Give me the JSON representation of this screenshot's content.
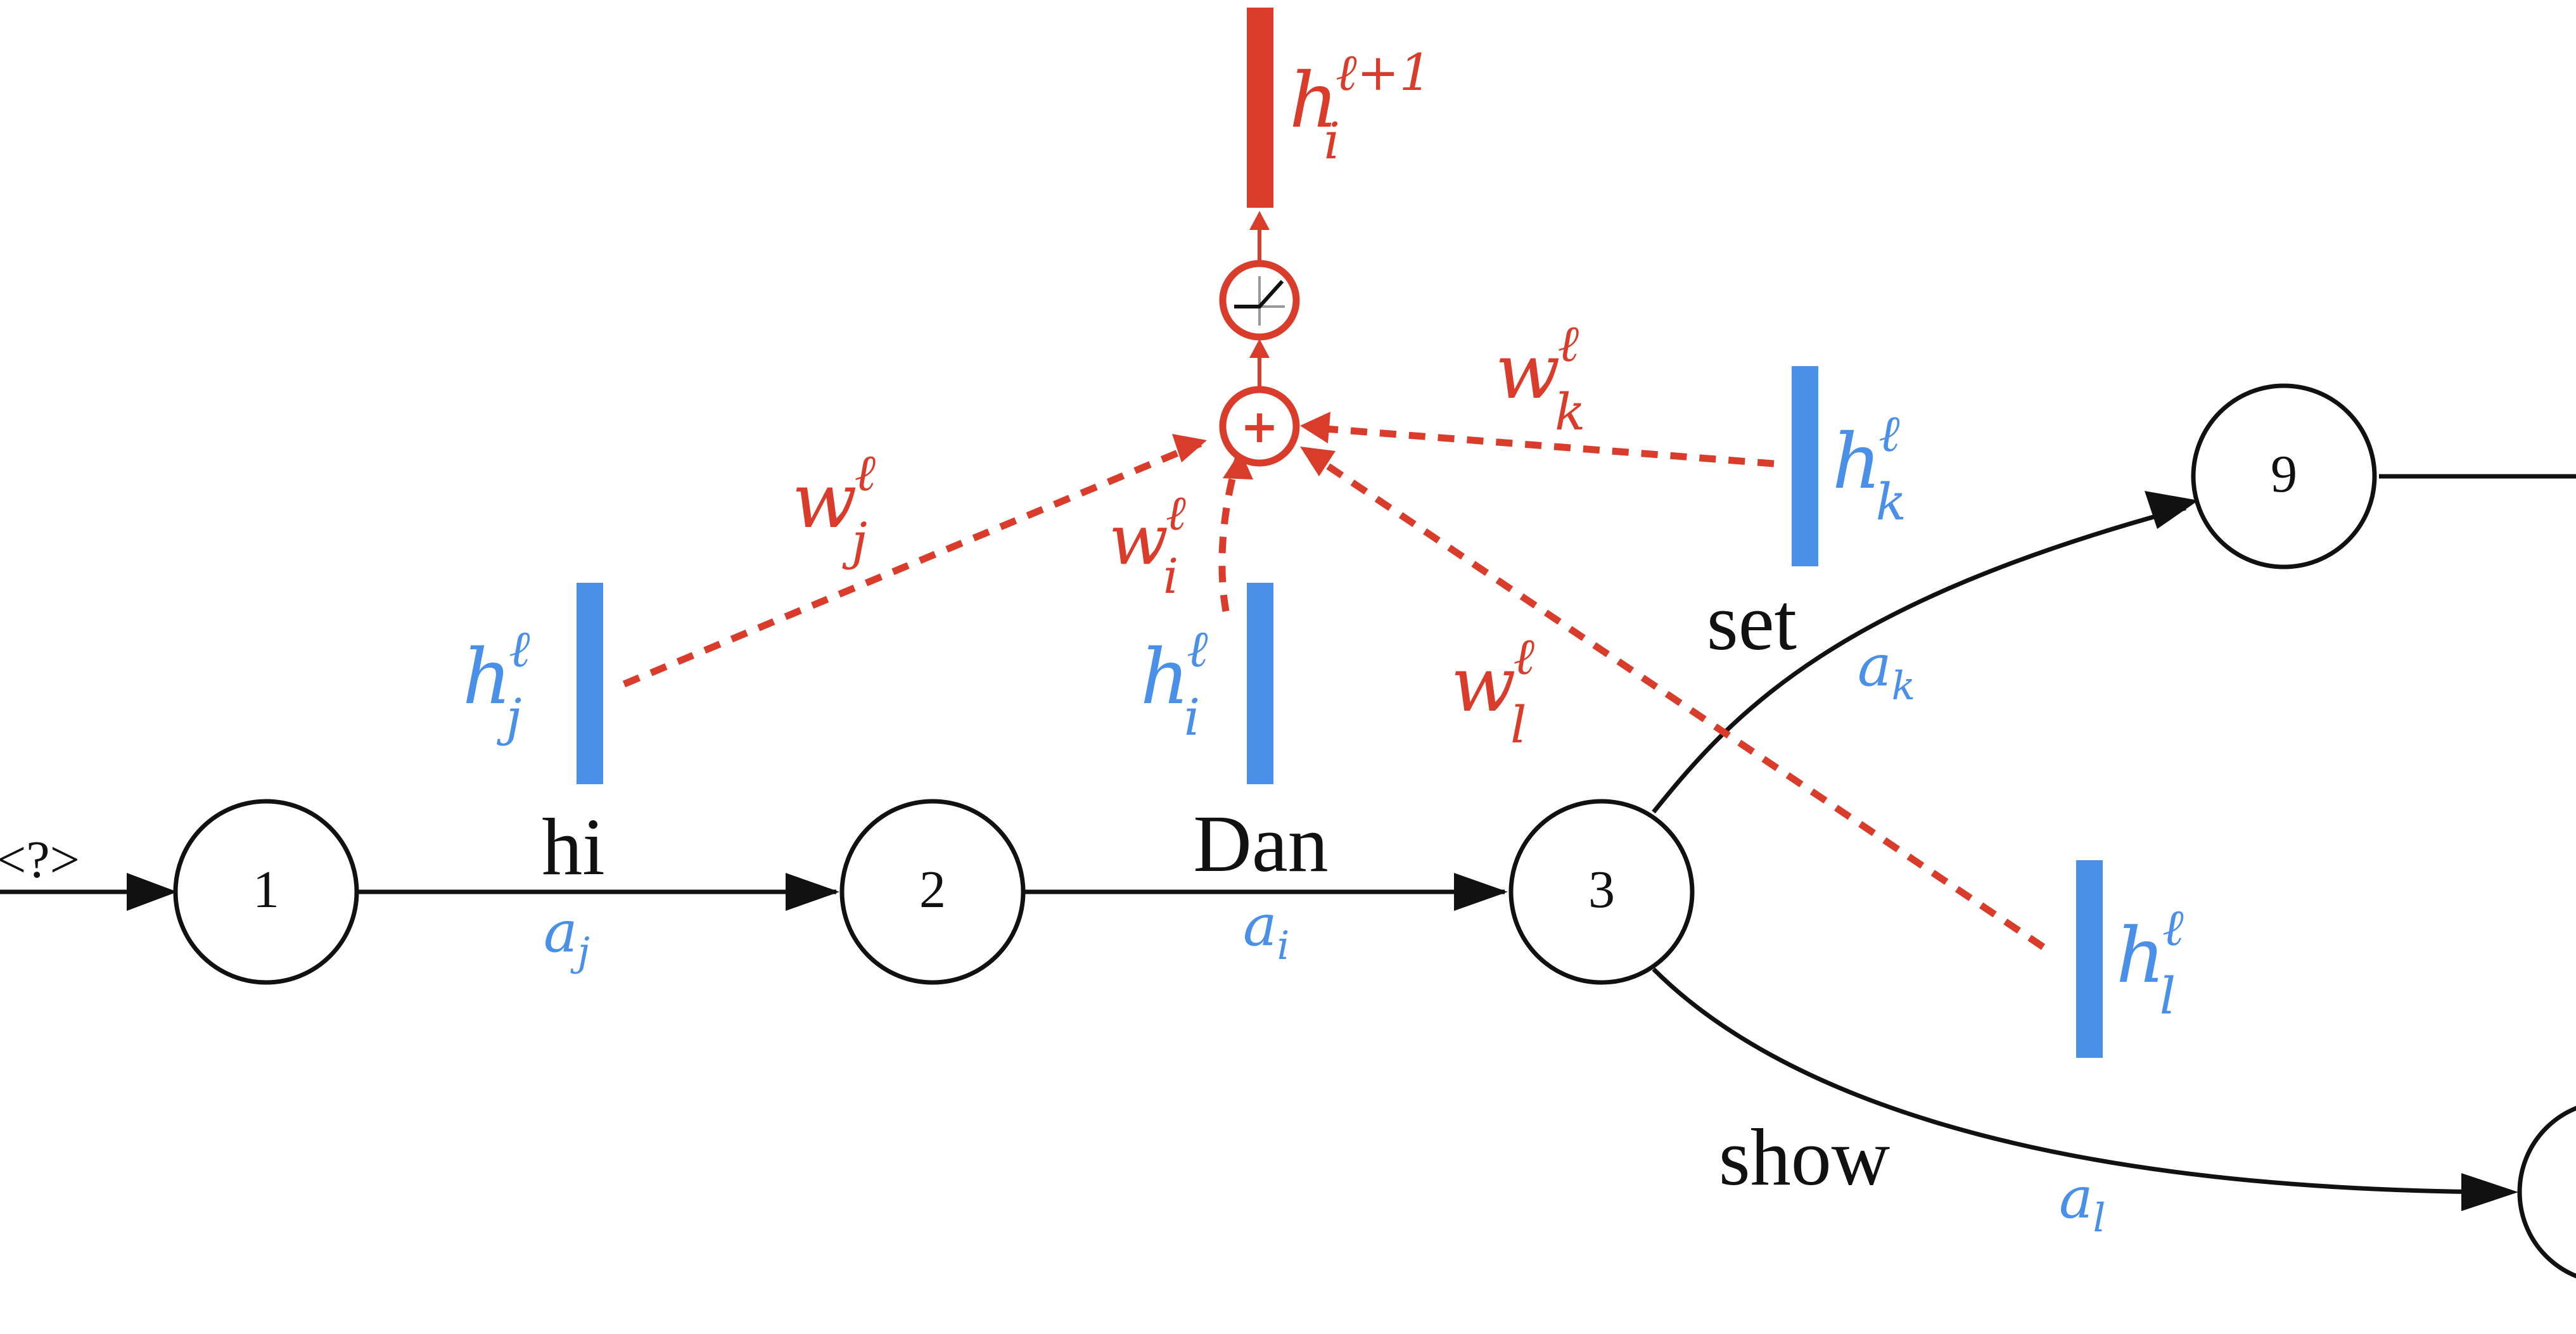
{
  "colors": {
    "blue": "#4a90e8",
    "red": "#d93c2a",
    "black": "#111111"
  },
  "start_label": "<?>",
  "nodes": {
    "n1": "1",
    "n2": "2",
    "n3": "3",
    "n9": "9"
  },
  "words": {
    "hi": "hi",
    "dan": "Dan",
    "set": "set",
    "show": "show"
  },
  "arcs": {
    "j": {
      "base": "a",
      "sub": "j"
    },
    "i": {
      "base": "a",
      "sub": "i"
    },
    "k": {
      "base": "a",
      "sub": "k"
    },
    "l": {
      "base": "a",
      "sub": "l"
    }
  },
  "hidden": {
    "j": {
      "base": "h",
      "sub": "j",
      "sup": "ℓ"
    },
    "i": {
      "base": "h",
      "sub": "i",
      "sup": "ℓ"
    },
    "k": {
      "base": "h",
      "sub": "k",
      "sup": "ℓ"
    },
    "l": {
      "base": "h",
      "sub": "l",
      "sup": "ℓ"
    },
    "out": {
      "base": "h",
      "sub": "i",
      "sup": "ℓ+1"
    }
  },
  "weights": {
    "j": {
      "base": "w",
      "sub": "j",
      "sup": "ℓ"
    },
    "i": {
      "base": "w",
      "sub": "i",
      "sup": "ℓ"
    },
    "k": {
      "base": "w",
      "sub": "k",
      "sup": "ℓ"
    },
    "l": {
      "base": "w",
      "sub": "l",
      "sup": "ℓ"
    }
  },
  "ops": {
    "sum": "+"
  }
}
